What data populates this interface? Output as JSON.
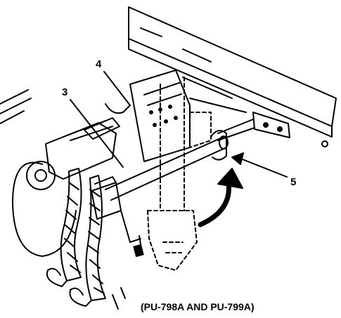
{
  "callouts": {
    "three": "3",
    "four": "4",
    "five": "5"
  },
  "caption": "(PU-798A AND PU-799A)",
  "colors": {
    "ink": "#000000",
    "paper": "#ffffff"
  }
}
